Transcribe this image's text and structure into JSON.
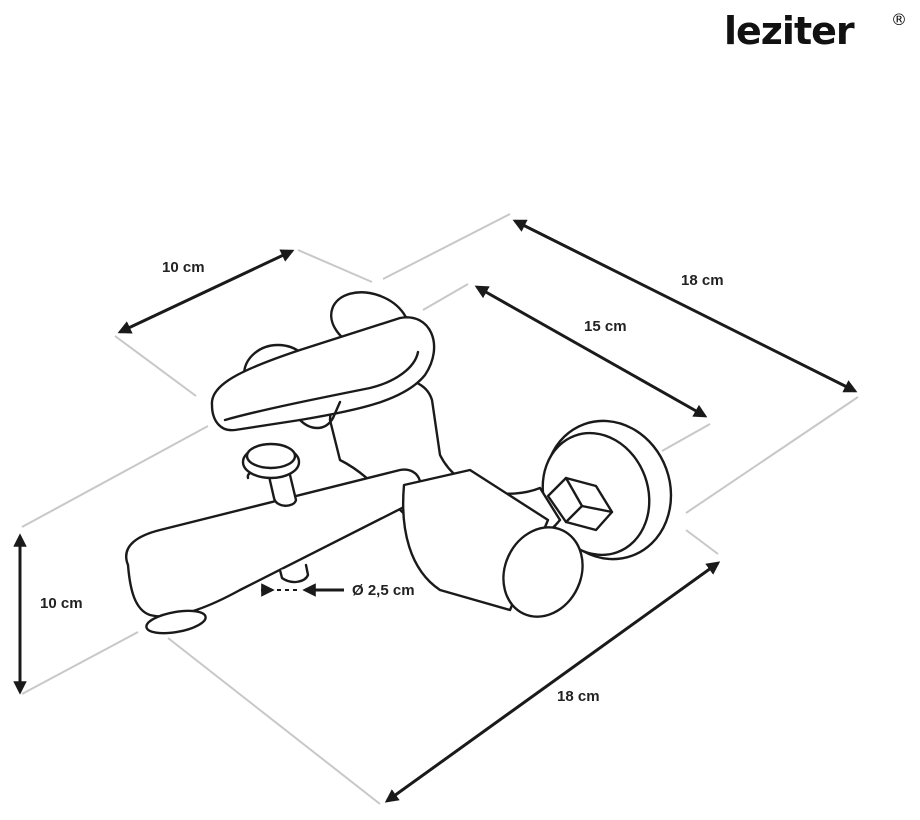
{
  "brand": {
    "name": "leziter",
    "registered_mark": "®"
  },
  "dimensions": {
    "handle_width": "10 cm",
    "total_depth": "18 cm",
    "wall_to_handle": "15 cm",
    "height": "10 cm",
    "outlet_diameter": "Ø 2,5 cm",
    "total_width": "18 cm"
  }
}
